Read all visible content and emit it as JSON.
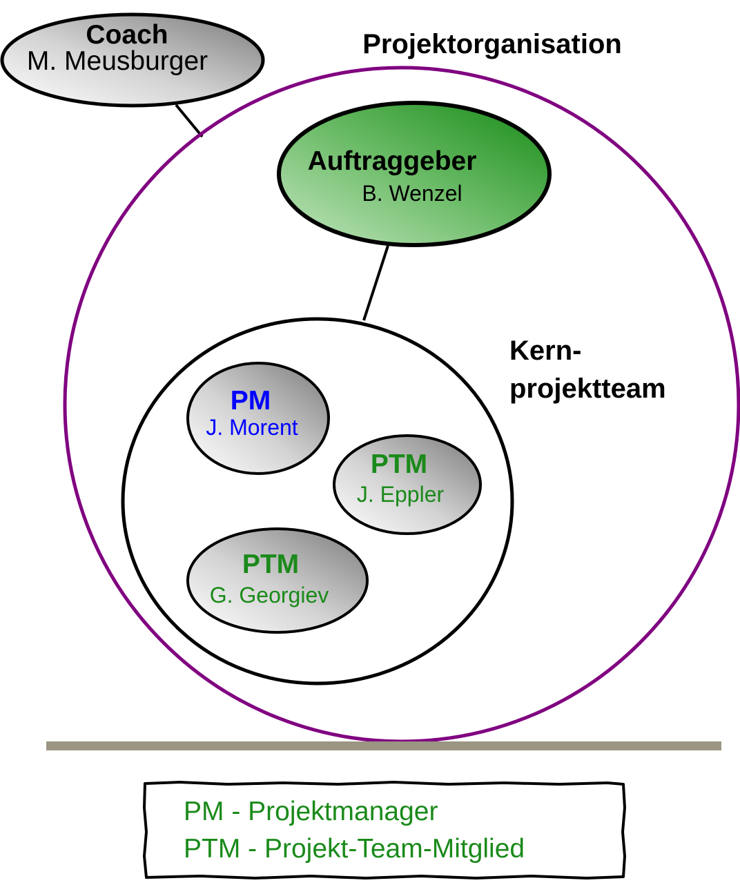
{
  "title": "Projektorganisation",
  "coach": {
    "role": "Coach",
    "name": "M. Meusburger"
  },
  "client": {
    "role": "Auftraggeber",
    "name": "B. Wenzel"
  },
  "core_team": {
    "label_line1": "Kern-",
    "label_line2": "projektteam",
    "members": [
      {
        "role": "PM",
        "name": "J. Morent",
        "color": "#0000ff"
      },
      {
        "role": "PTM",
        "name": "J. Eppler",
        "color": "#1a8a1a"
      },
      {
        "role": "PTM",
        "name": "G. Georgiev",
        "color": "#1a8a1a"
      }
    ]
  },
  "legend": {
    "lines": [
      "PM - Projektmanager",
      "PTM - Projekt-Team-Mitglied"
    ],
    "color": "#1a8a1a"
  },
  "colors": {
    "outer_circle": "#800080",
    "client_fill": "#2a922a",
    "separator": "#9b9583"
  }
}
